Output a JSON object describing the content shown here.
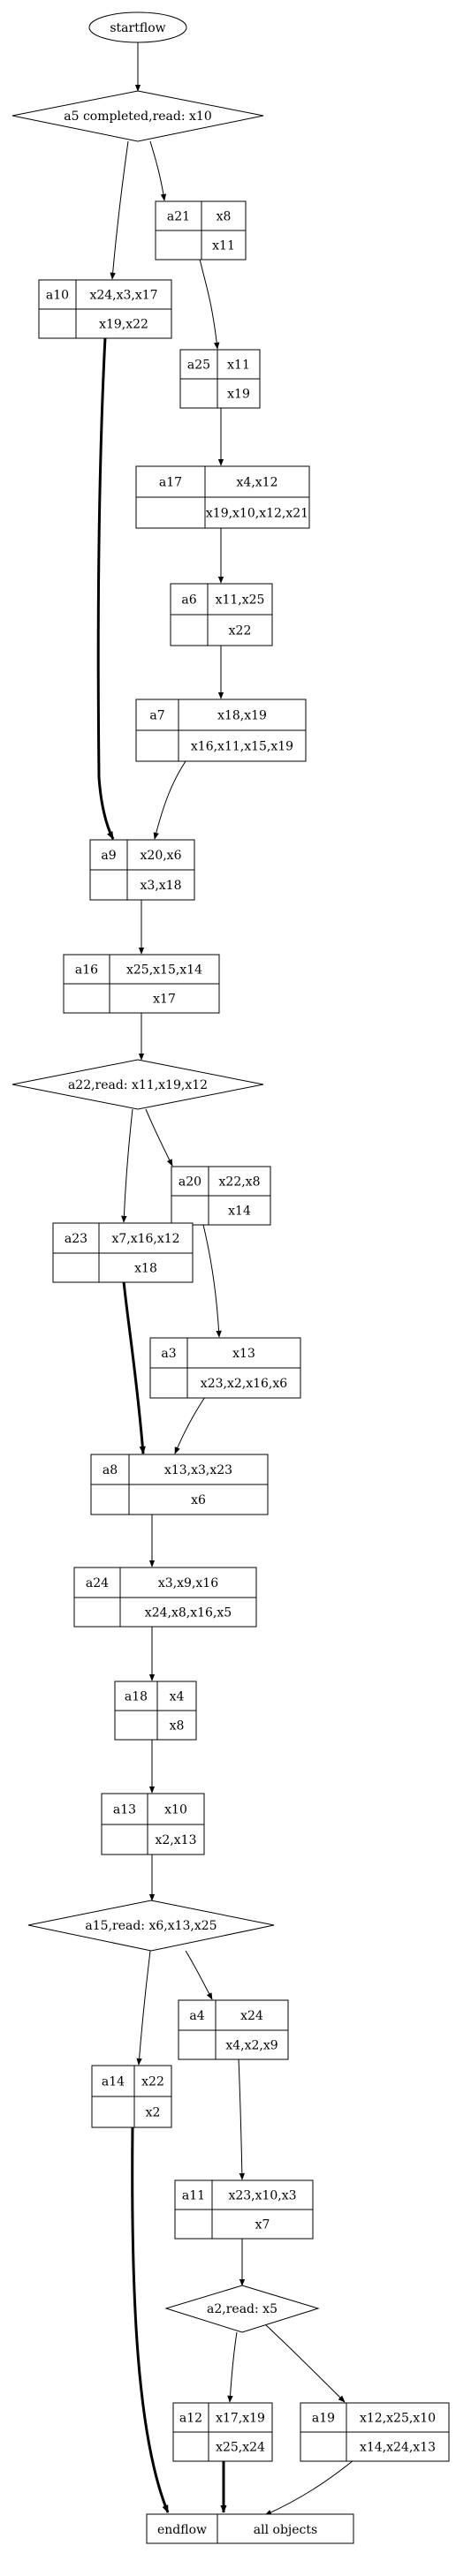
{
  "start": {
    "label": "startflow"
  },
  "decisions": {
    "d1": {
      "label": "a5 completed,read: x10"
    },
    "d2": {
      "label": "a22,read: x11,x19,x12"
    },
    "d3": {
      "label": "a15,read: x6,x13,x25"
    },
    "d4": {
      "label": "a2,read: x5"
    }
  },
  "nodes": {
    "a21": {
      "name": "a21",
      "top": "x8",
      "bottom": "x11"
    },
    "a10": {
      "name": "a10",
      "top": "x24,x3,x17",
      "bottom": "x19,x22"
    },
    "a25": {
      "name": "a25",
      "top": "x11",
      "bottom": "x19"
    },
    "a17": {
      "name": "a17",
      "top": "x4,x12",
      "bottom": "x19,x10,x12,x21"
    },
    "a6": {
      "name": "a6",
      "top": "x11,x25",
      "bottom": "x22"
    },
    "a7": {
      "name": "a7",
      "top": "x18,x19",
      "bottom": "x16,x11,x15,x19"
    },
    "a9": {
      "name": "a9",
      "top": "x20,x6",
      "bottom": "x3,x18"
    },
    "a16": {
      "name": "a16",
      "top": "x25,x15,x14",
      "bottom": "x17"
    },
    "a20": {
      "name": "a20",
      "top": "x22,x8",
      "bottom": "x14"
    },
    "a23": {
      "name": "a23",
      "top": "x7,x16,x12",
      "bottom": "x18"
    },
    "a3": {
      "name": "a3",
      "top": "x13",
      "bottom": "x23,x2,x16,x6"
    },
    "a8": {
      "name": "a8",
      "top": "x13,x3,x23",
      "bottom": "x6"
    },
    "a24": {
      "name": "a24",
      "top": "x3,x9,x16",
      "bottom": "x24,x8,x16,x5"
    },
    "a18": {
      "name": "a18",
      "top": "x4",
      "bottom": "x8"
    },
    "a13": {
      "name": "a13",
      "top": "x10",
      "bottom": "x2,x13"
    },
    "a4": {
      "name": "a4",
      "top": "x24",
      "bottom": "x4,x2,x9"
    },
    "a14": {
      "name": "a14",
      "top": "x22",
      "bottom": "x2"
    },
    "a11": {
      "name": "a11",
      "top": "x23,x10,x3",
      "bottom": "x7"
    },
    "a12": {
      "name": "a12",
      "top": "x17,x19",
      "bottom": "x25,x24"
    },
    "a19": {
      "name": "a19",
      "top": "x12,x25,x10",
      "bottom": "x14,x24,x13"
    }
  },
  "end": {
    "left": "endflow",
    "right": "all objects"
  }
}
